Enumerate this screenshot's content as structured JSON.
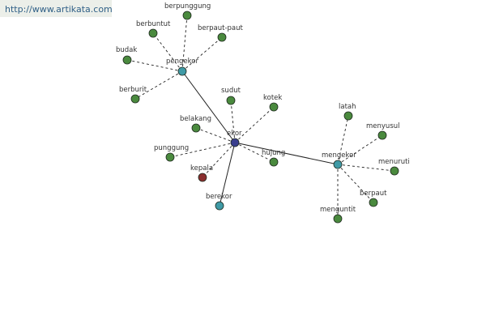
{
  "source_url": "http://www.artikata.com",
  "colors": {
    "background": "#ffffff",
    "banner_bg": "#ecefe9",
    "banner_text": "#2f5f86",
    "root_node": "#3a3f8f",
    "hub_node": "#3f9aa6",
    "leaf_node": "#4a8a3e",
    "highlight_node": "#8a2e2e",
    "edge": "#222222",
    "label": "#333333"
  },
  "diagram": {
    "nodes": [
      {
        "id": "ekor",
        "label": "ekor",
        "kind": "root"
      },
      {
        "id": "pengekor",
        "label": "pengekor",
        "kind": "hub"
      },
      {
        "id": "mengekor",
        "label": "mengekor",
        "kind": "hub"
      },
      {
        "id": "berekor",
        "label": "berekor",
        "kind": "hub"
      },
      {
        "id": "berpunggung",
        "label": "berpunggung",
        "kind": "leaf"
      },
      {
        "id": "berbuntut",
        "label": "berbuntut",
        "kind": "leaf"
      },
      {
        "id": "berpaut-paut",
        "label": "berpaut-paut",
        "kind": "leaf"
      },
      {
        "id": "budak",
        "label": "budak",
        "kind": "leaf"
      },
      {
        "id": "berburit",
        "label": "berburit",
        "kind": "leaf"
      },
      {
        "id": "sudut",
        "label": "sudut",
        "kind": "leaf"
      },
      {
        "id": "kotek",
        "label": "kotek",
        "kind": "leaf"
      },
      {
        "id": "belakang",
        "label": "belakang",
        "kind": "leaf"
      },
      {
        "id": "punggung",
        "label": "punggung",
        "kind": "leaf"
      },
      {
        "id": "kepala",
        "label": "kepala",
        "kind": "highlight"
      },
      {
        "id": "hujung",
        "label": "hujung",
        "kind": "leaf"
      },
      {
        "id": "latah",
        "label": "latah",
        "kind": "leaf"
      },
      {
        "id": "menyusul",
        "label": "menyusul",
        "kind": "leaf"
      },
      {
        "id": "menuruti",
        "label": "menuruti",
        "kind": "leaf"
      },
      {
        "id": "berpaut",
        "label": "berpaut",
        "kind": "leaf"
      },
      {
        "id": "menguntit",
        "label": "menguntit",
        "kind": "leaf"
      }
    ],
    "edges": [
      {
        "from": "ekor",
        "to": "pengekor",
        "style": "solid"
      },
      {
        "from": "ekor",
        "to": "mengekor",
        "style": "solid"
      },
      {
        "from": "ekor",
        "to": "berekor",
        "style": "solid"
      },
      {
        "from": "pengekor",
        "to": "berpunggung",
        "style": "dashed"
      },
      {
        "from": "pengekor",
        "to": "berbuntut",
        "style": "dashed"
      },
      {
        "from": "pengekor",
        "to": "berpaut-paut",
        "style": "dashed"
      },
      {
        "from": "pengekor",
        "to": "budak",
        "style": "dashed"
      },
      {
        "from": "pengekor",
        "to": "berburit",
        "style": "dashed"
      },
      {
        "from": "ekor",
        "to": "sudut",
        "style": "dashed"
      },
      {
        "from": "ekor",
        "to": "kotek",
        "style": "dashed"
      },
      {
        "from": "ekor",
        "to": "belakang",
        "style": "dashed"
      },
      {
        "from": "ekor",
        "to": "punggung",
        "style": "dashed"
      },
      {
        "from": "ekor",
        "to": "kepala",
        "style": "dashed"
      },
      {
        "from": "ekor",
        "to": "hujung",
        "style": "dashed"
      },
      {
        "from": "mengekor",
        "to": "latah",
        "style": "dashed"
      },
      {
        "from": "mengekor",
        "to": "menyusul",
        "style": "dashed"
      },
      {
        "from": "mengekor",
        "to": "menuruti",
        "style": "dashed"
      },
      {
        "from": "mengekor",
        "to": "berpaut",
        "style": "dashed"
      },
      {
        "from": "mengekor",
        "to": "menguntit",
        "style": "dashed"
      }
    ]
  }
}
